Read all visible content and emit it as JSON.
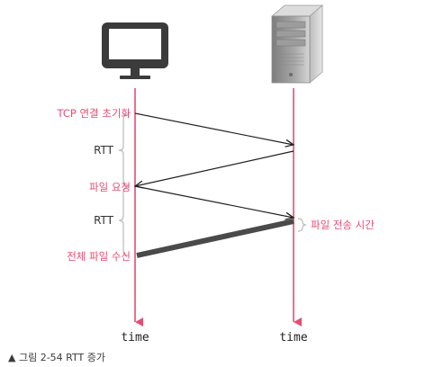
{
  "labels": {
    "tcp_init": "TCP 연결 초기화",
    "rtt_1": "RTT",
    "file_request": "파일 요청",
    "rtt_2": "RTT",
    "full_receive": "전체 파일 수신",
    "transfer_time": "파일 전송 시간",
    "time_left": "time",
    "time_right": "time"
  },
  "caption": "▲ 그림 2-54 RTT 증가",
  "colors": {
    "timeline": "#e84c72",
    "label_text": "#e84c72",
    "arrow": "#222222",
    "transfer_bar": "#4a4a4a",
    "brace": "#bbbbbb"
  },
  "icons": {
    "client": "monitor-icon",
    "server": "server-tower-icon"
  }
}
